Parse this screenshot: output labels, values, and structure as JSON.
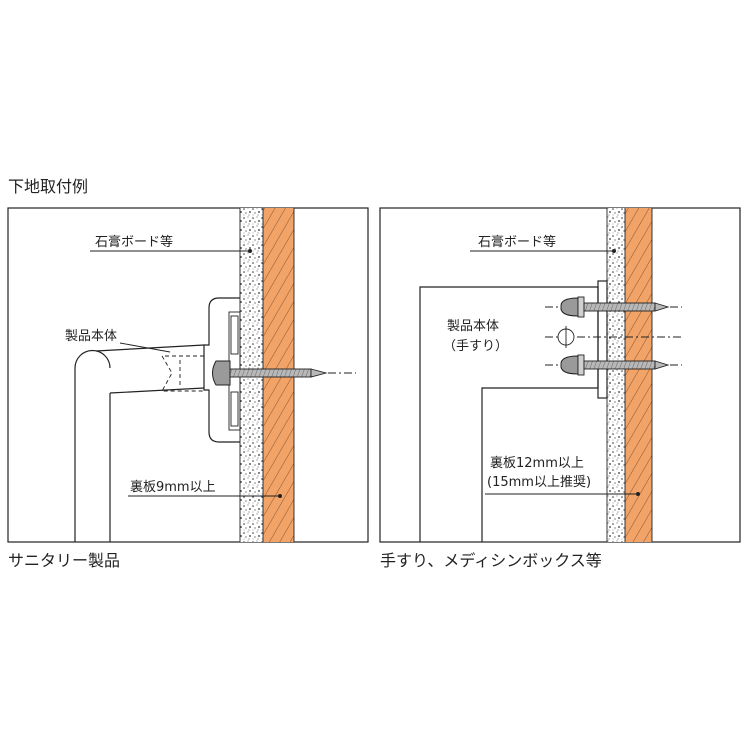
{
  "title": "下地取付例",
  "panels": [
    {
      "caption": "サニタリー製品",
      "labels": {
        "gypsum": "石膏ボード等",
        "body": "製品本体",
        "backing": "裏板9mm以上"
      }
    },
    {
      "caption": "手すり、メディシンボックス等",
      "labels": {
        "gypsum": "石膏ボード等",
        "body_line1": "製品本体",
        "body_line2": "（手すり）",
        "backing_line1": "裏板12mm以上",
        "backing_line2": "(15mm以上推奨)"
      }
    }
  ],
  "colors": {
    "backing_board": "#f2a468",
    "line": "#222222",
    "screw": "#b8b8b8"
  }
}
